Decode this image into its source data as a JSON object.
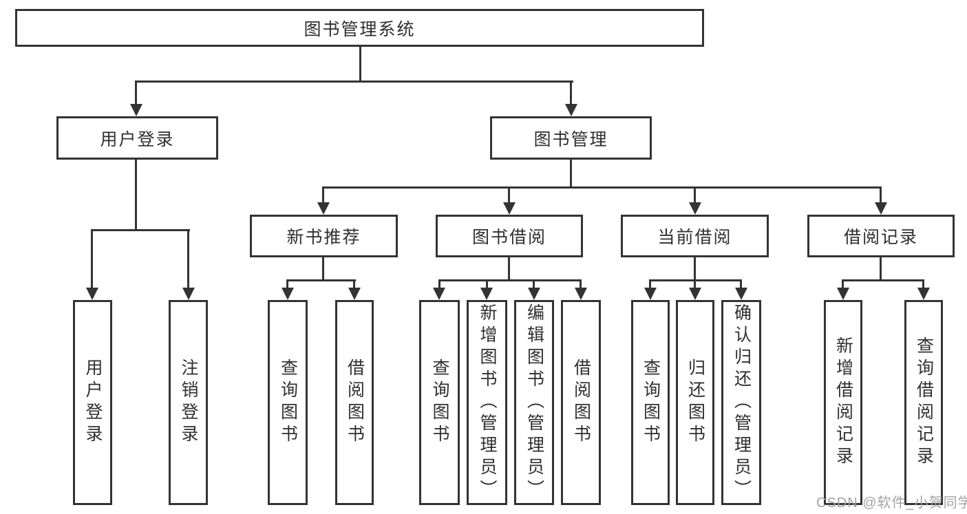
{
  "diagram": {
    "title": "图书管理系统",
    "tree": {
      "label": "图书管理系统",
      "children": [
        {
          "label": "用户登录",
          "children": [
            {
              "label": "用户登录"
            },
            {
              "label": "注销登录"
            }
          ]
        },
        {
          "label": "图书管理",
          "children": [
            {
              "label": "新书推荐",
              "children": [
                {
                  "label": "查询图书"
                },
                {
                  "label": "借阅图书"
                }
              ]
            },
            {
              "label": "图书借阅",
              "children": [
                {
                  "label": "查询图书"
                },
                {
                  "label": "新增图书（管理员）"
                },
                {
                  "label": "编辑图书（管理员）"
                },
                {
                  "label": "借阅图书"
                }
              ]
            },
            {
              "label": "当前借阅",
              "children": [
                {
                  "label": "查询图书"
                },
                {
                  "label": "归还图书"
                },
                {
                  "label": "确认归还（管理员）"
                }
              ]
            },
            {
              "label": "借阅记录",
              "children": [
                {
                  "label": "新增借阅记录"
                },
                {
                  "label": "查询借阅记录"
                }
              ]
            }
          ]
        }
      ]
    }
  },
  "watermark": {
    "text": "CSDN @软件_小贺同学",
    "color": "#a3a3a3"
  },
  "colors": {
    "line": "#333333",
    "text": "#2f2f2f",
    "box_fill": "#ffffff",
    "background": "#ffffff"
  }
}
